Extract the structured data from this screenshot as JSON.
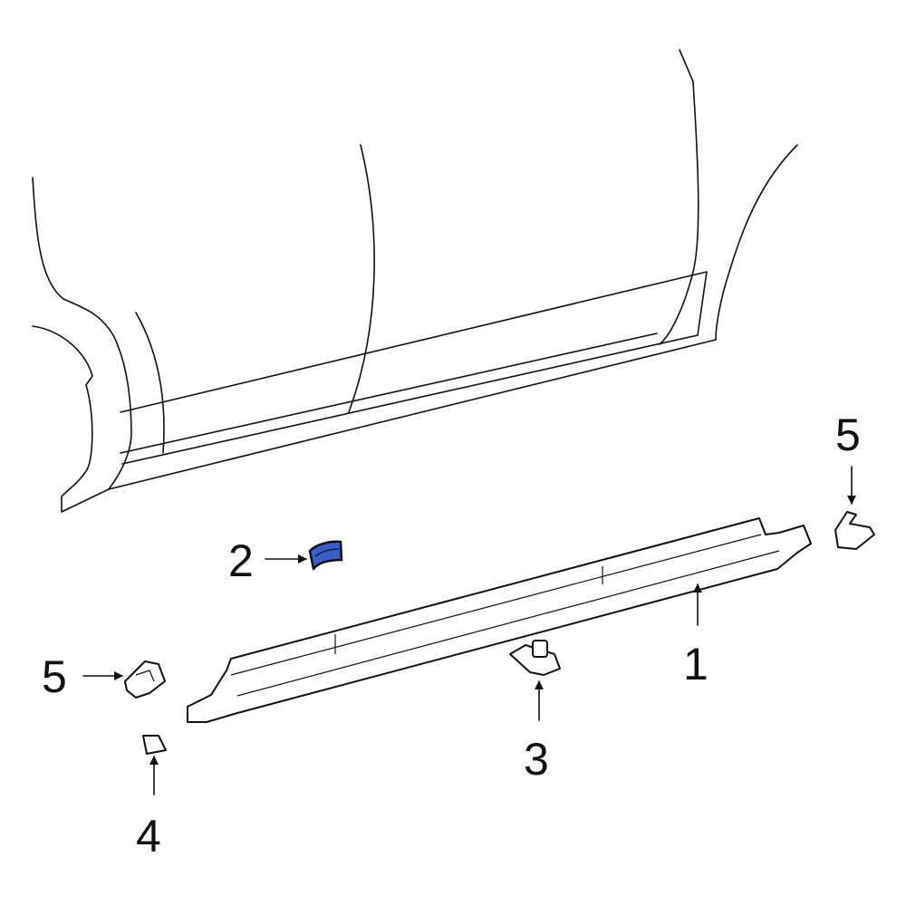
{
  "diagram": {
    "callouts": [
      {
        "id": "callout-5-right",
        "label": "5"
      },
      {
        "id": "callout-2",
        "label": "2"
      },
      {
        "id": "callout-5-left",
        "label": "5"
      },
      {
        "id": "callout-1",
        "label": "1"
      },
      {
        "id": "callout-3",
        "label": "3"
      },
      {
        "id": "callout-4",
        "label": "4"
      }
    ],
    "colors": {
      "highlight": "#3a5fc8",
      "line": "#111111",
      "background": "#ffffff"
    },
    "highlighted_part": "2"
  }
}
